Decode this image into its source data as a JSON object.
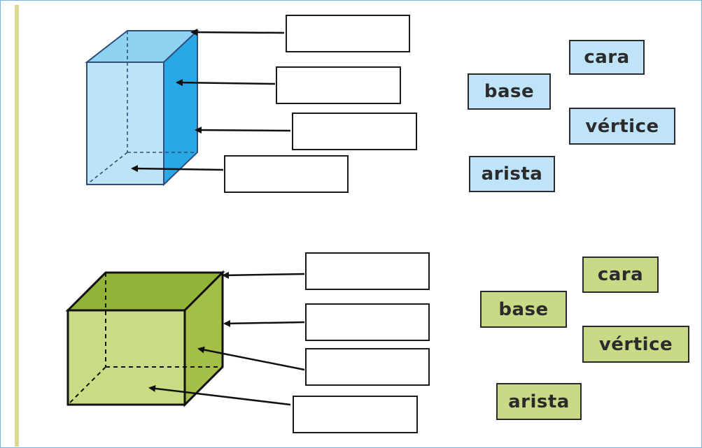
{
  "colors": {
    "prism_front": "#bde3f7",
    "prism_top": "#8fd2f2",
    "prism_side": "#2aa7e6",
    "cube_front": "#c8dc86",
    "cube_top": "#93b23a",
    "cube_side": "#a3bf48",
    "blue_tag": "#bfe3f8",
    "green_tag": "#c9da86"
  },
  "sections": [
    {
      "shape": "rectangular-prism",
      "word_bank": [
        "cara",
        "base",
        "vértice",
        "arista"
      ]
    },
    {
      "shape": "cube",
      "word_bank": [
        "cara",
        "base",
        "vértice",
        "arista"
      ]
    }
  ]
}
